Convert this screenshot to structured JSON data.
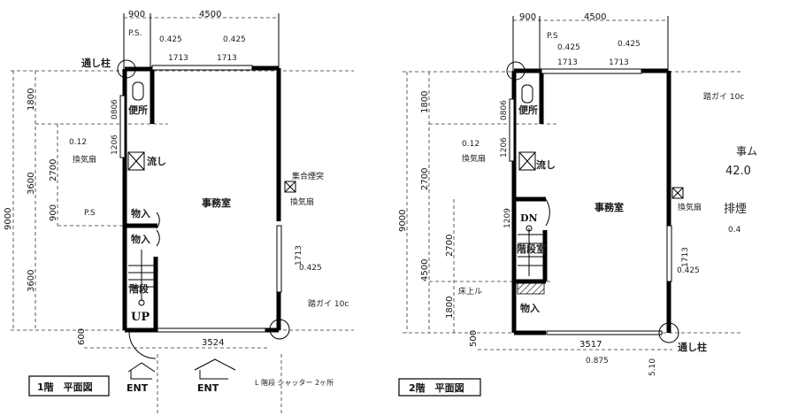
{
  "plan1": {
    "title": "1階　平面図",
    "dims_top": [
      "900",
      "4500"
    ],
    "ps_top": "P.S.",
    "glass_top": [
      "0.425",
      "0.425"
    ],
    "window_top": [
      "1713",
      "1713"
    ],
    "column": "通し柱",
    "dims_left": [
      "9000",
      "1800",
      "3600",
      "3600",
      "2700",
      "900",
      "600"
    ],
    "window_left": [
      "0806",
      "1206"
    ],
    "vent_value": "0.12",
    "vent": "換気扇",
    "toilet": "便所",
    "sink": "流し",
    "chimney": "集合煙突",
    "vent_right": "換気扇",
    "room": "事務室",
    "ps_mid": "P.S",
    "storage": [
      "物入",
      "物入"
    ],
    "window_right": "1713",
    "glass_right": "0.425",
    "eaves": "踏ガイ 10c",
    "stair": "階段",
    "up": "UP",
    "window_bottom": "3524",
    "entrances": [
      "ENT",
      "ENT"
    ],
    "shutter_note": "L 階段 シャッター 2ヶ所"
  },
  "plan2": {
    "title": "2階　平面図",
    "dims_top": [
      "900",
      "4500"
    ],
    "ps_top": "P.S",
    "glass_top": [
      "0.425",
      "0.425"
    ],
    "window_top": [
      "1713",
      "1713"
    ],
    "dims_left": [
      "9000",
      "1800",
      "2700",
      "4500",
      "2700",
      "1800",
      "500"
    ],
    "window_left": [
      "0806",
      "1206",
      "1209"
    ],
    "vent_value": "0.12",
    "vent": "換気扇",
    "toilet": "便所",
    "sink": "流し",
    "room": "事務室",
    "vent_right": "換気扇",
    "eaves": "踏ガイ 10c",
    "dn": "DN",
    "stair": "階段室",
    "window_right": "1713",
    "glass_right": "0.425",
    "floor_up": "床上ル",
    "storage": "物入",
    "window_bottom": "3517",
    "glass_bottom": "0.875",
    "slope": "5.10",
    "column": "通し柱",
    "side_notes": [
      "事ム",
      "42.0",
      "排煙",
      "0.4"
    ]
  }
}
